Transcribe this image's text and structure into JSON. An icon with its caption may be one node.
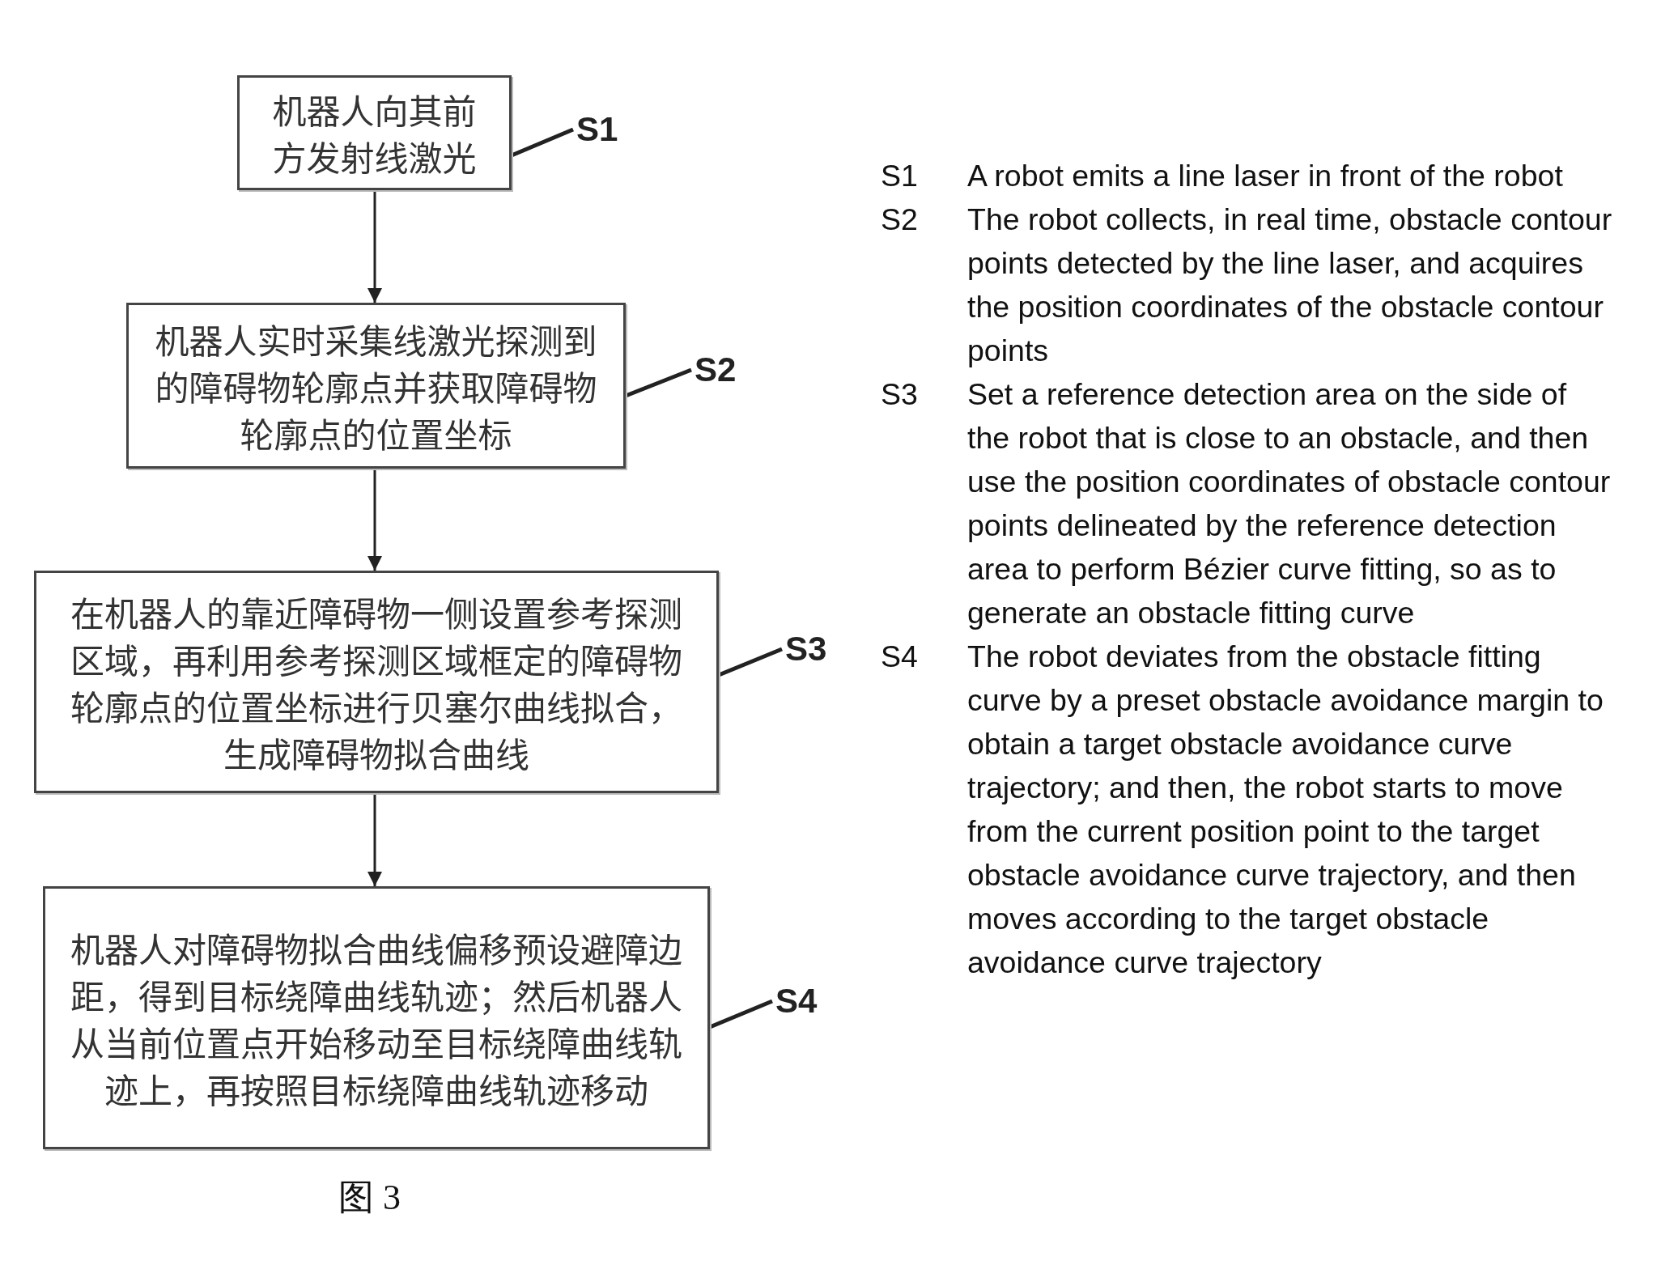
{
  "diagram": {
    "caption": "图 3",
    "nodes": [
      {
        "text": [
          "机器人向其前方发射线激光"
        ]
      },
      {
        "text": [
          "机器人实时采集线激光探测到的障碍物轮廓点并获取障碍物轮廓点的位置坐标"
        ]
      },
      {
        "text": [
          "在机器人的靠近障碍物一侧设置参考探测区域，再利用参考探测区域框定的障碍物轮廓点的位置坐标进行贝塞尔曲线拟合，生成障碍物拟合曲线"
        ]
      },
      {
        "text": [
          "机器人对障碍物拟合曲线偏移预设避障边距，得到目标绕障曲线轨迹；然后机器人从当前位置点开始移动至目标绕障曲线轨迹上，再按照目标绕障曲线轨迹移动"
        ]
      },
      {
        "text": [
          "S1"
        ]
      },
      {
        "text": [
          "S2"
        ]
      },
      {
        "text": [
          "S3"
        ]
      },
      {
        "text": [
          "S4"
        ]
      }
    ],
    "edges": [
      {
        "from": 0,
        "to": 1,
        "arrow": "to"
      },
      {
        "from": 1,
        "to": 2,
        "arrow": "to"
      },
      {
        "from": 2,
        "to": 3,
        "arrow": "to"
      },
      {
        "from": 4,
        "to": 0,
        "arrow": "none"
      },
      {
        "from": 5,
        "to": 1,
        "arrow": "none"
      },
      {
        "from": 6,
        "to": 2,
        "arrow": "none"
      },
      {
        "from": 7,
        "to": 3,
        "arrow": "none"
      }
    ],
    "labels": [
      "S1",
      "A robot emits a line laser in front of the robot",
      "S2",
      "The robot collects, in real time, obstacle contour points detected by the line laser, and acquires the position coordinates of the obstacle contour points",
      "S3",
      "Set a reference detection area on the side of the robot that is close to an obstacle, and then use the position coordinates of obstacle contour points delineated by the reference detection area to perform Bézier curve fitting, so as to generate an obstacle fitting curve",
      "S4",
      "The robot deviates from the obstacle fitting curve by a preset obstacle avoidance margin to obtain a target obstacle avoidance curve trajectory; and then, the robot starts to move from the current position point to the target obstacle avoidance curve trajectory, and then moves according to the target obstacle avoidance curve trajectory"
    ]
  }
}
